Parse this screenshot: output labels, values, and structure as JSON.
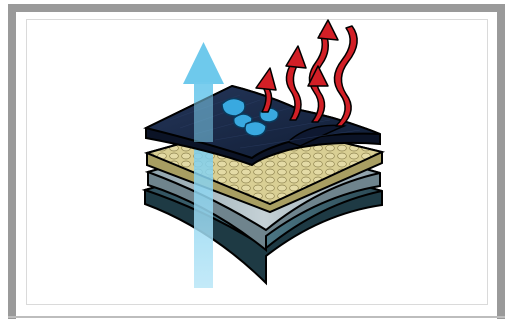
{
  "figure": {
    "kind": "fabric-layers-illustration",
    "layers": [
      {
        "id": "outer-shell",
        "color": "#1a2a45"
      },
      {
        "id": "membrane-dots",
        "color": "#d9cf94"
      },
      {
        "id": "mid-layer",
        "color": "#9fb0b8"
      },
      {
        "id": "inner-lining",
        "color": "#3e6370"
      }
    ],
    "arrows": {
      "vapor": {
        "color": "#6fc8ec",
        "direction": "up"
      },
      "heat": {
        "color": "#d21f26",
        "count": 4
      }
    },
    "droplets": {
      "color": "#39a9e0",
      "count": 4
    },
    "colors": {
      "frame": "#9a9a9a",
      "outline": "#000000"
    }
  }
}
